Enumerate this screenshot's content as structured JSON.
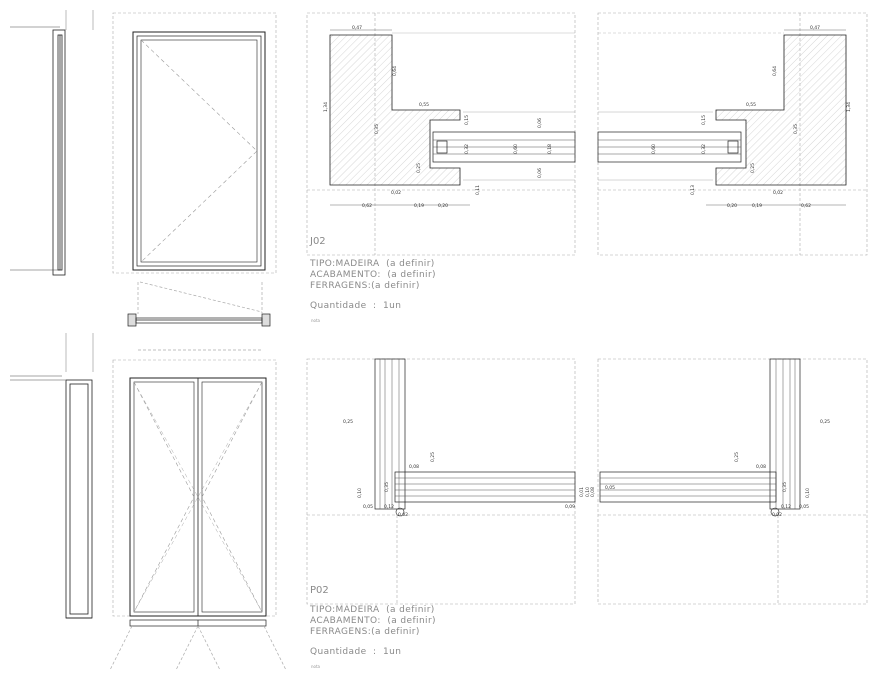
{
  "sheet": {
    "j02": {
      "code": "J02",
      "tipo": "TIPO:MADEIRA  (a definir)",
      "acabamento": "ACABAMENTO:  (a definir)",
      "ferragens": "FERRAGENS:(a definir)",
      "quantidade": "Quantidade  :  1un",
      "nota": "nota",
      "dims": [
        "0,47",
        "0,64",
        "1,34",
        "0,55",
        "0,15",
        "0,35",
        "0,15",
        "0,06",
        "0,32",
        "0,60",
        "0,18",
        "0,25",
        "0,06",
        "0,11",
        "0,02",
        "0,62",
        "0,19",
        "0,20"
      ]
    },
    "p02": {
      "code": "P02",
      "tipo": "TIPO:MADEIRA  (a definir)",
      "acabamento": "ACABAMENTO:  (a definir)",
      "ferragens": "FERRAGENS:(a definir)",
      "quantidade": "Quantidade  :  1un",
      "nota": "nota",
      "dims": [
        "0,25",
        "0,08",
        "0,25",
        "0,35",
        "0,10",
        "0,05",
        "0,12",
        "0,02",
        "0,09",
        "0,01",
        "0,10",
        "0,08",
        "0,05"
      ]
    }
  },
  "colors": {
    "line": "#1a1a1a",
    "guide": "#9a9a9a",
    "hatch": "#bdbdbd",
    "text": "#8a8a8a"
  }
}
